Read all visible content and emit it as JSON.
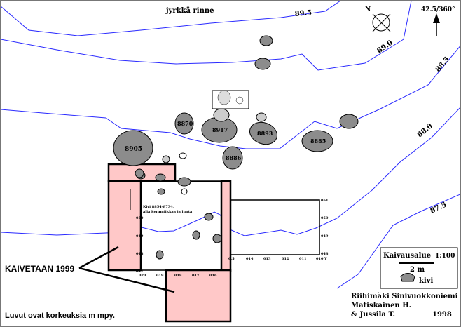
{
  "title_slope": "jyrkkä rinne",
  "north": {
    "label": "N",
    "bearing": "42.5/360°"
  },
  "contours": [
    {
      "label": "89.5"
    },
    {
      "label": "89.0"
    },
    {
      "label": "88.5"
    },
    {
      "label": "88.0"
    },
    {
      "label": "87.5"
    }
  ],
  "stones": [
    {
      "id": "8905"
    },
    {
      "id": "8870"
    },
    {
      "id": "8917"
    },
    {
      "id": "8893"
    },
    {
      "id": "8885"
    },
    {
      "id": "8886"
    }
  ],
  "excavation_label": "KAIVETAAN 1999",
  "stone_note": [
    "Kivi 8854-8734,",
    "alla keramiikkaa ja luuta"
  ],
  "grid": {
    "x_ticks": [
      "020",
      "019",
      "018",
      "017",
      "016",
      "0.5",
      "014",
      "013",
      "012",
      "011",
      "010"
    ],
    "x_axis_label": "Y",
    "y_ticks_left": [
      "050",
      "049",
      "048",
      "047"
    ],
    "y_ticks_right": [
      "051",
      "050",
      "049",
      "048"
    ]
  },
  "legend": {
    "title": "Kaivausalue",
    "scale": "1:100",
    "scale_bar": "2 m",
    "stone": "kivi"
  },
  "credits": [
    "Riihimäki Sinivuokkoniemi",
    "Matiskainen H.",
    "& Jussila T.",
    "1998"
  ],
  "footnote": "Luvut ovat korkeuksia m mpy.",
  "colors": {
    "contour": "#2a2aff",
    "excavation": "#ffc8c8",
    "stone": "#8c8c8c"
  }
}
